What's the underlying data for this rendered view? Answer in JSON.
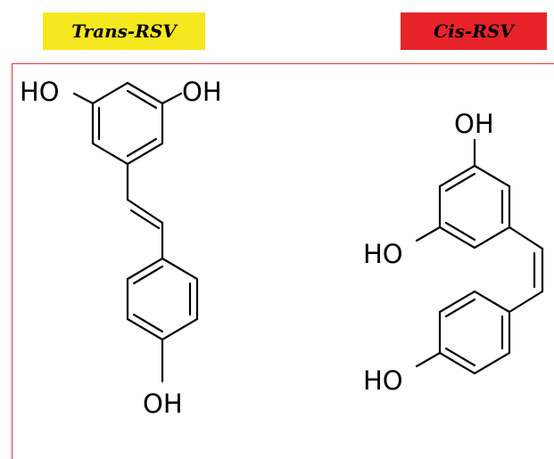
{
  "labels": {
    "trans": "Trans-RSV",
    "cis": "Cis-RSV"
  },
  "trans": {
    "oh_top_left": "HO",
    "oh_top_right": "OH",
    "oh_bottom": "OH"
  },
  "cis": {
    "oh_top": "OH",
    "oh_middle": "HO",
    "oh_bottom": "HO"
  },
  "colors": {
    "trans_label_bg": "#f5e81e",
    "cis_label_bg": "#e8242a",
    "frame_border": "#e8352d"
  }
}
